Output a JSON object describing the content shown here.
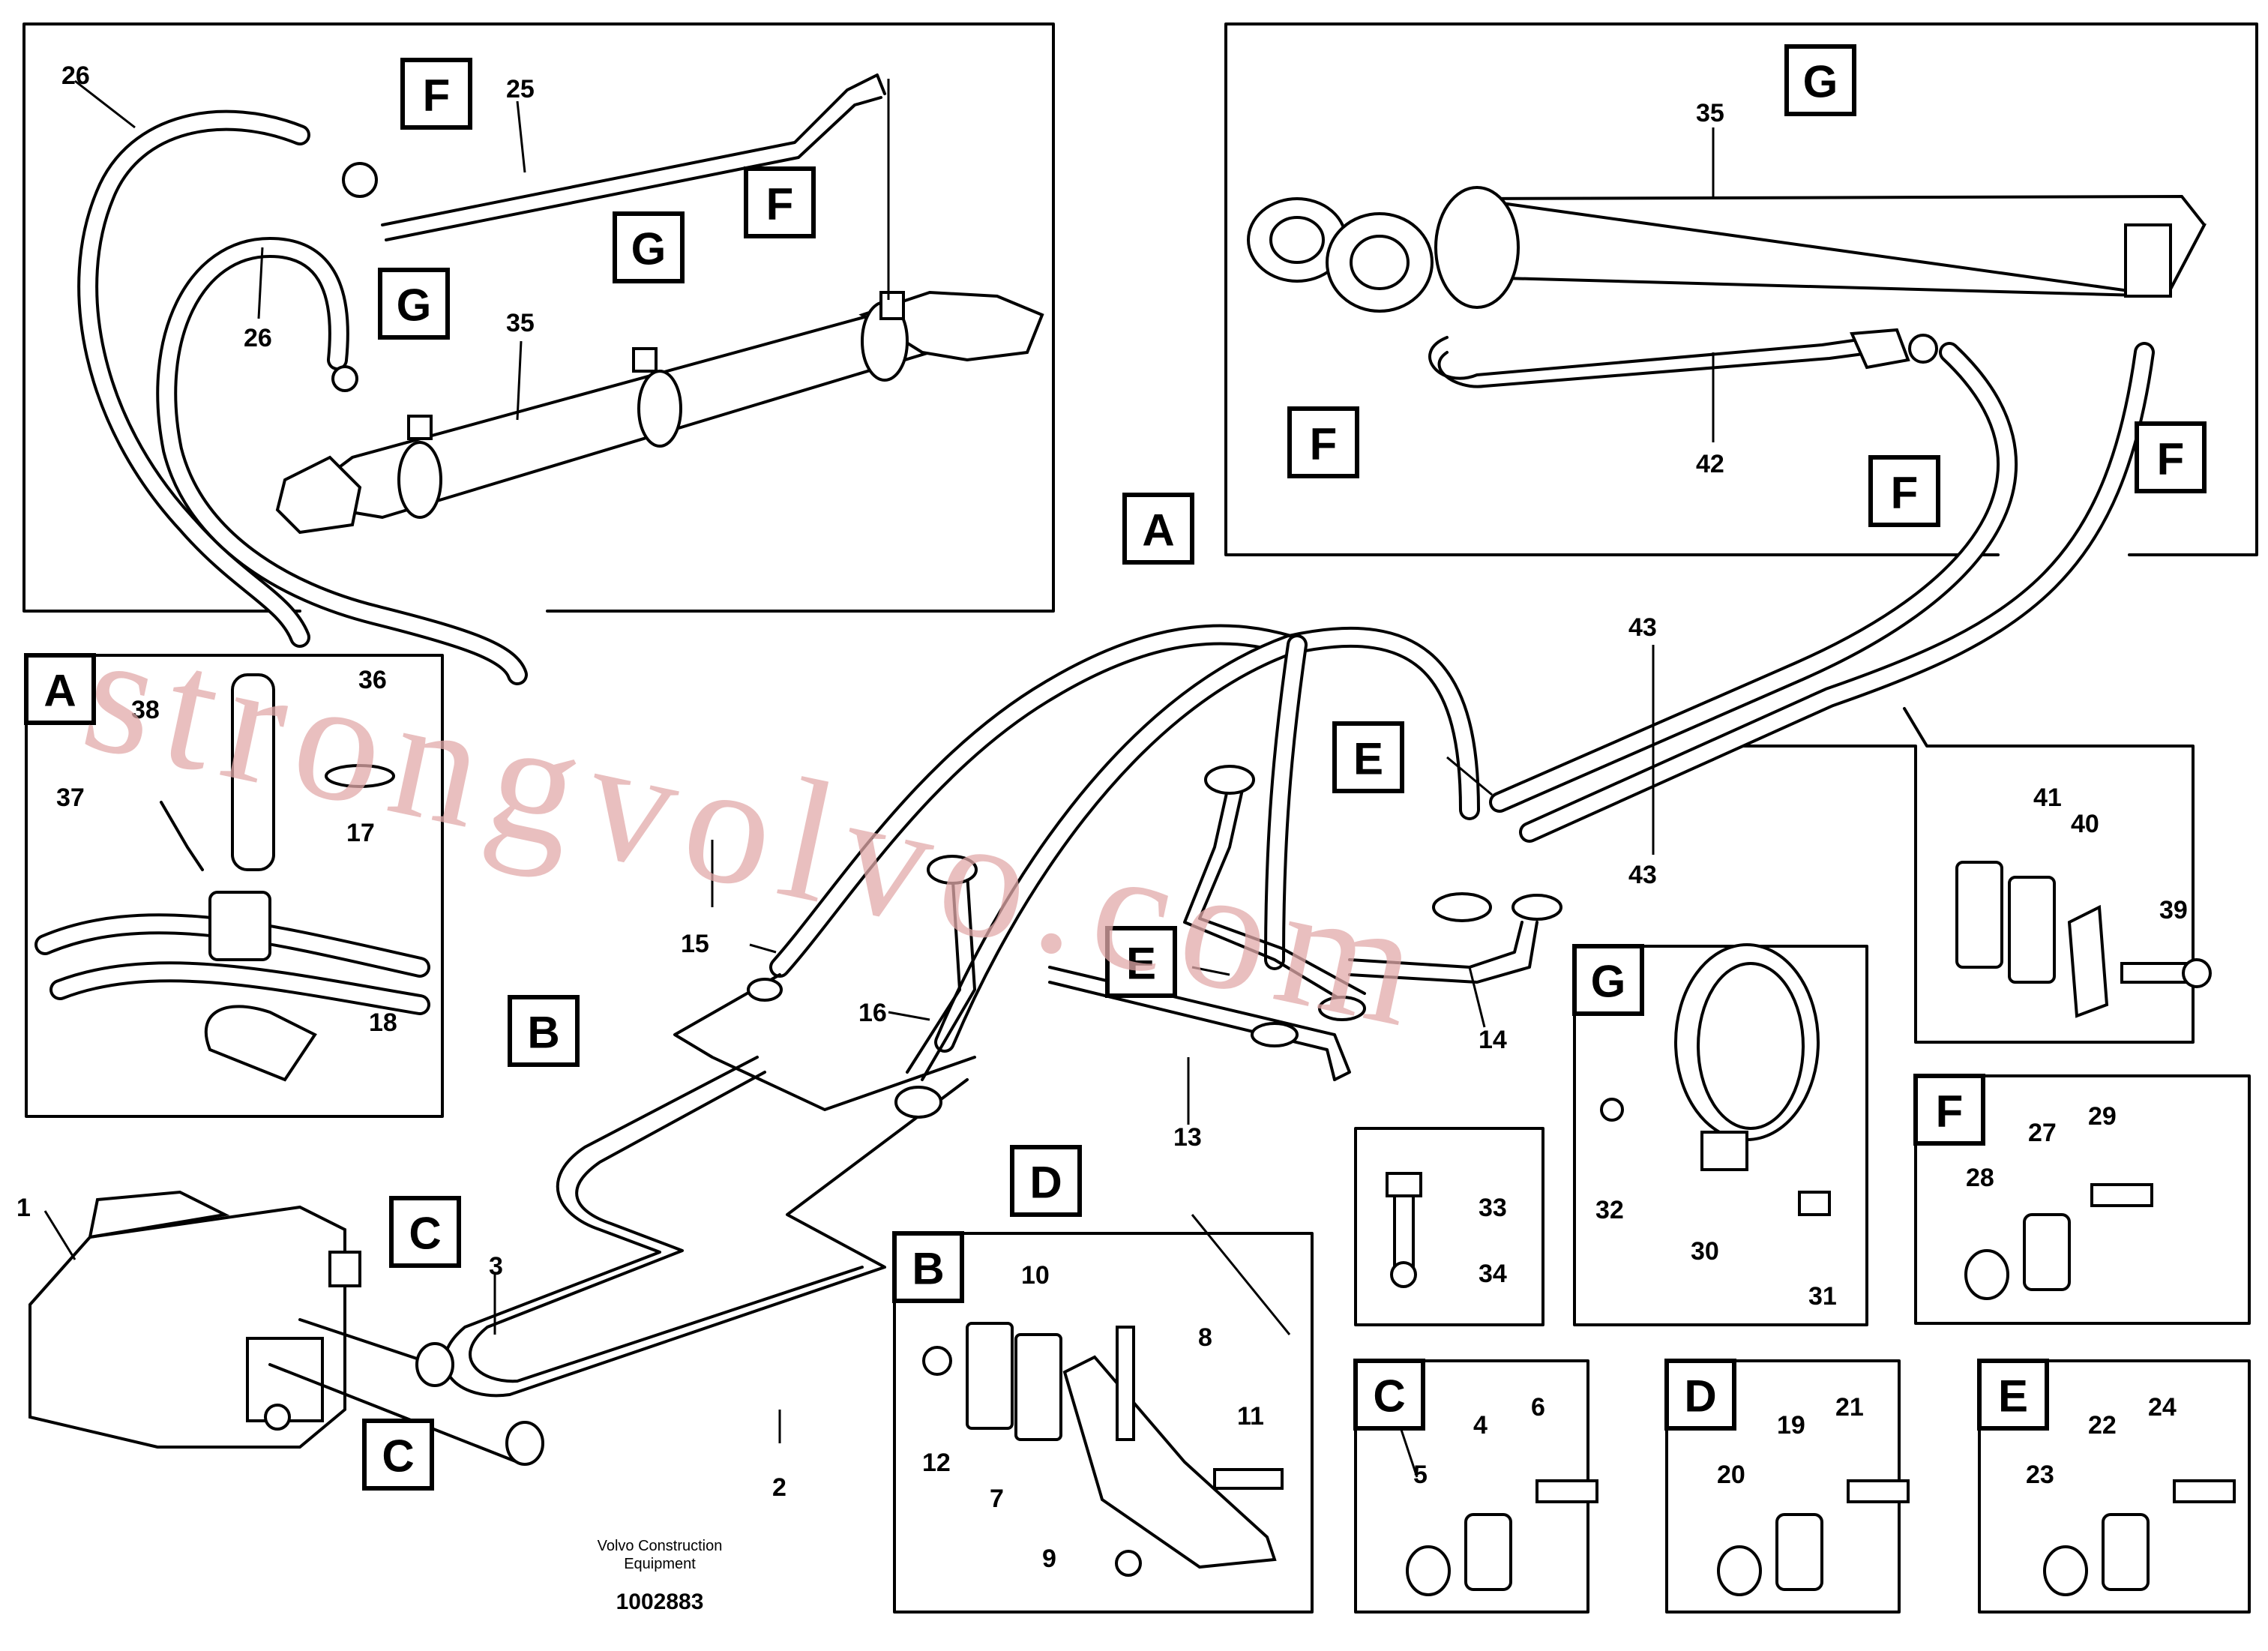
{
  "caption": {
    "maker": "Volvo Construction",
    "maker_line2": "Equipment",
    "drawing_number": "1002883"
  },
  "watermark": "strongvolvo.com",
  "detail_tags": {
    "A": "A",
    "B": "B",
    "C": "C",
    "D": "D",
    "E": "E",
    "F": "F",
    "G": "G"
  },
  "part_numbers": {
    "n1": "1",
    "n2": "2",
    "n3": "3",
    "n4": "4",
    "n5": "5",
    "n6": "6",
    "n7": "7",
    "n8": "8",
    "n9": "9",
    "n10": "10",
    "n11": "11",
    "n12": "12",
    "n13": "13",
    "n14": "14",
    "n15": "15",
    "n16": "16",
    "n17": "17",
    "n18": "18",
    "n19": "19",
    "n20": "20",
    "n21": "21",
    "n22": "22",
    "n23": "23",
    "n24": "24",
    "n25": "25",
    "n26": "26",
    "n27": "27",
    "n28": "28",
    "n29": "29",
    "n30": "30",
    "n31": "31",
    "n32": "32",
    "n33": "33",
    "n34": "34",
    "n35": "35",
    "n36": "36",
    "n37": "37",
    "n38": "38",
    "n39": "39",
    "n40": "40",
    "n41": "41",
    "n42": "42",
    "n43": "43"
  },
  "colors": {
    "line": "#000000",
    "background": "#ffffff",
    "watermark": "#e2a9a9"
  }
}
